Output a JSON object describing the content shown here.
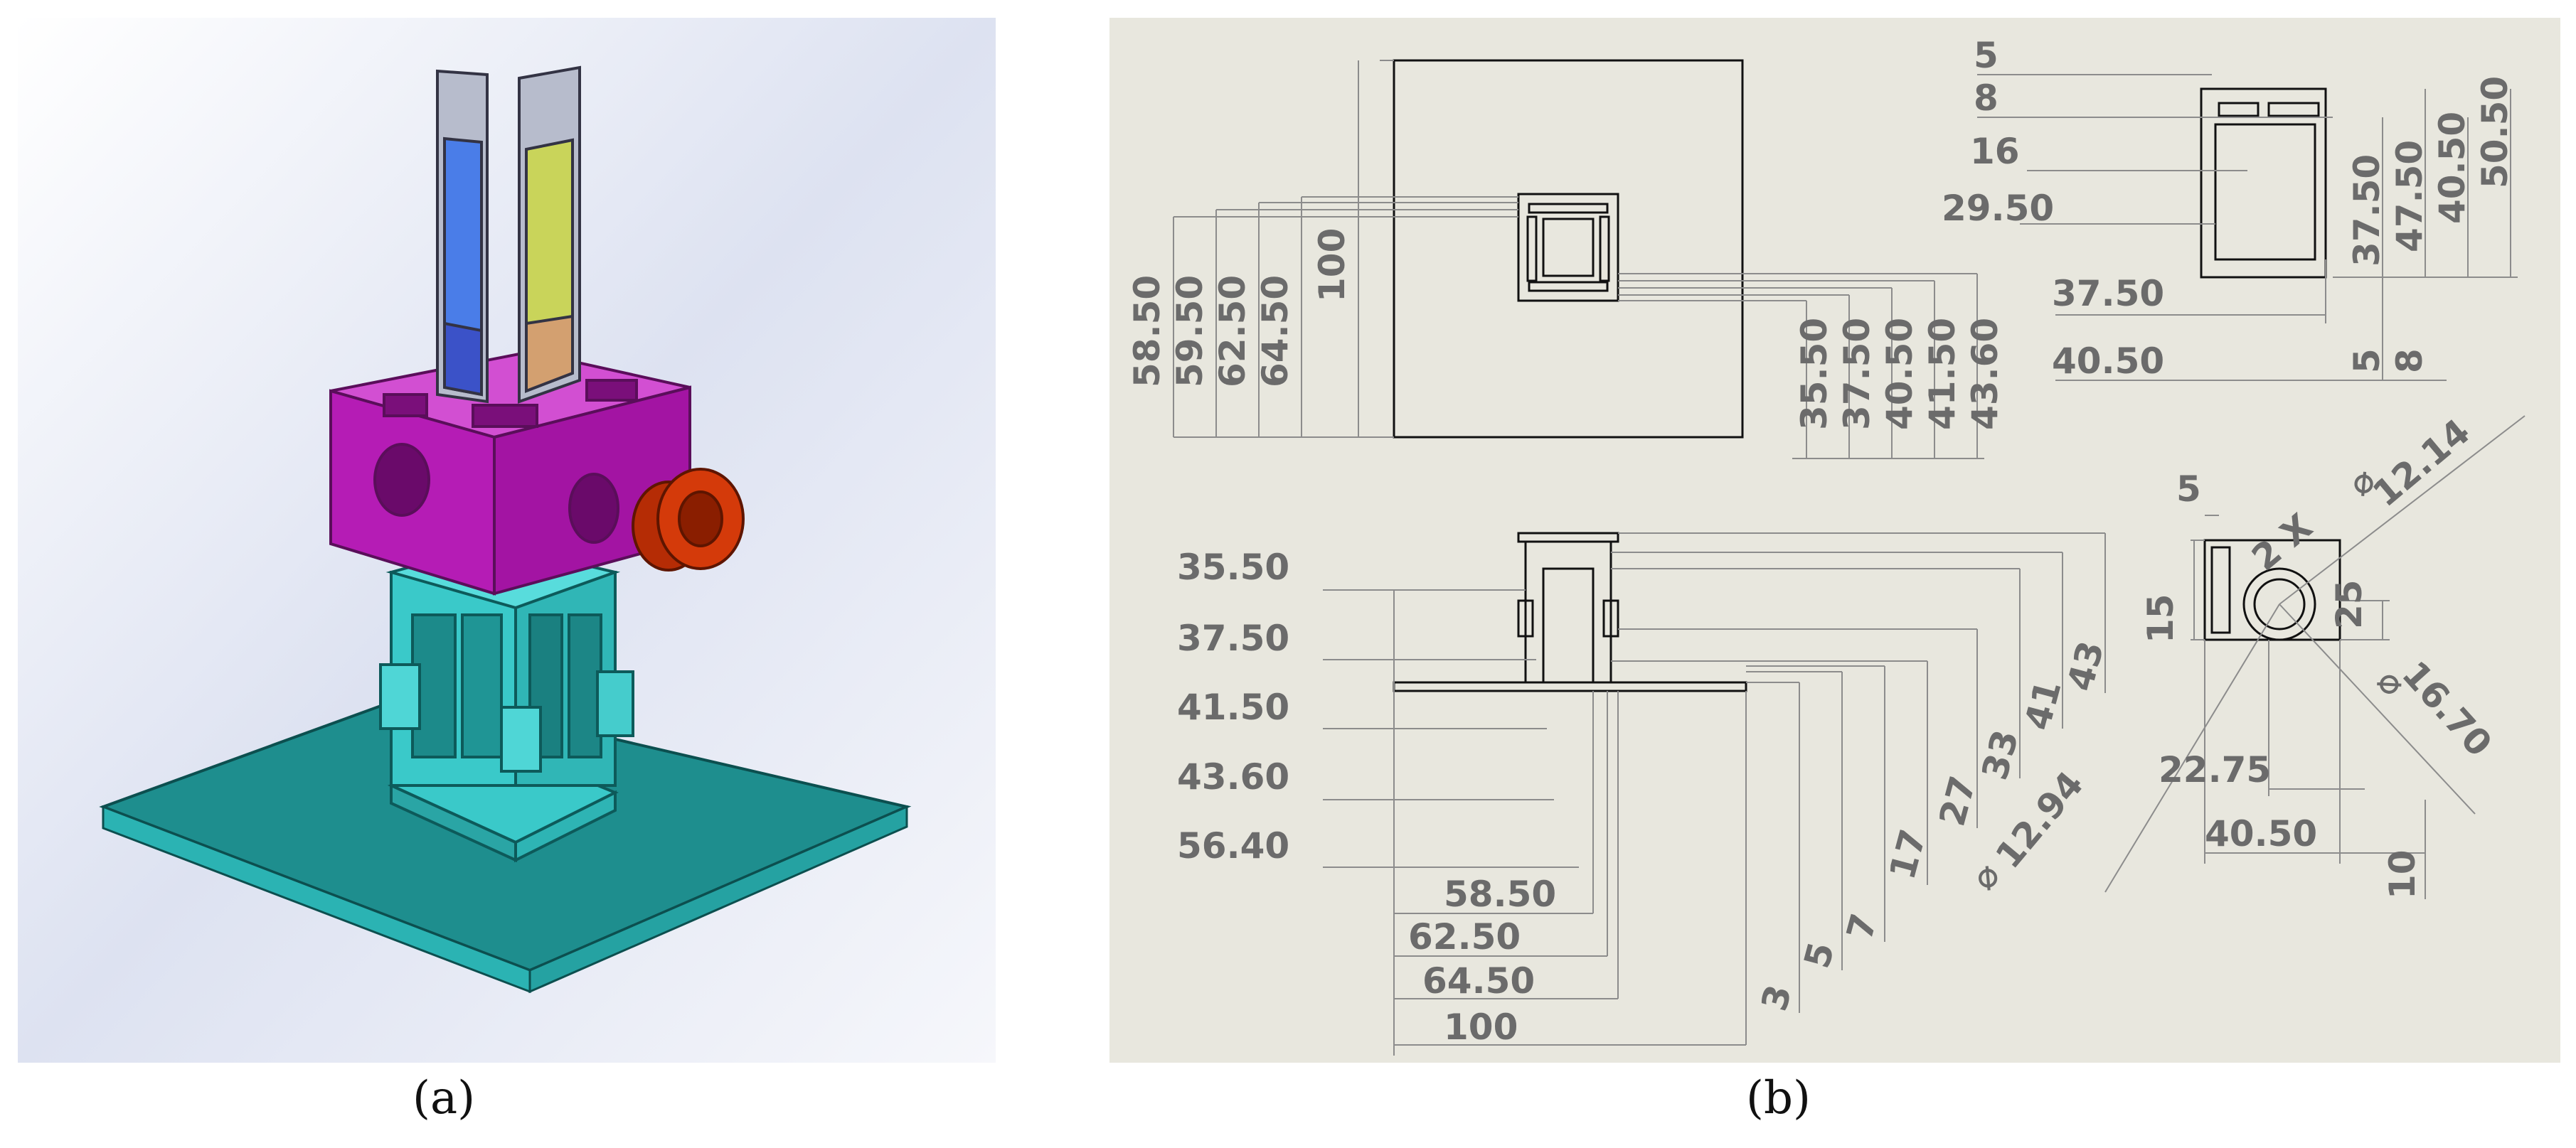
{
  "captions": {
    "a": "(a)",
    "b": "(b)"
  },
  "colors": {
    "background_a": "#e3e7f3",
    "background_b": "#e8e7de",
    "base_plate": "#1e8e8e",
    "frame": "#3ac9c9",
    "housing": "#b51cb5",
    "knob": "#d43a0a",
    "filter_blue": "#4a7de8",
    "filter_yellow": "#c9d45a"
  },
  "top_view": {
    "left_dims": [
      "58.50",
      "59.50",
      "62.50",
      "64.50",
      "100"
    ],
    "right_dims": [
      "35.50",
      "37.50",
      "40.50",
      "41.50",
      "43.60"
    ]
  },
  "side_detail": {
    "top_dims": [
      "5",
      "8",
      "16",
      "29.50"
    ],
    "bottom_dims": [
      "37.50",
      "40.50"
    ],
    "right_dims": [
      "37.50",
      "47.50",
      "40.50",
      "50.50"
    ],
    "small_dims": [
      "5",
      "8"
    ]
  },
  "front_view": {
    "left_dims": [
      "35.50",
      "37.50",
      "41.50",
      "43.60",
      "56.40"
    ],
    "bottom_dims": [
      "58.50",
      "62.50",
      "64.50",
      "100"
    ],
    "vertical_dims": [
      "3",
      "5",
      "7",
      "17",
      "27",
      "33",
      "41",
      "43"
    ]
  },
  "housing_detail": {
    "dims": [
      "5",
      "2 X",
      "12.14",
      "15",
      "25",
      "16.70",
      "22.75",
      "40.50",
      "10",
      "12.94"
    ]
  }
}
